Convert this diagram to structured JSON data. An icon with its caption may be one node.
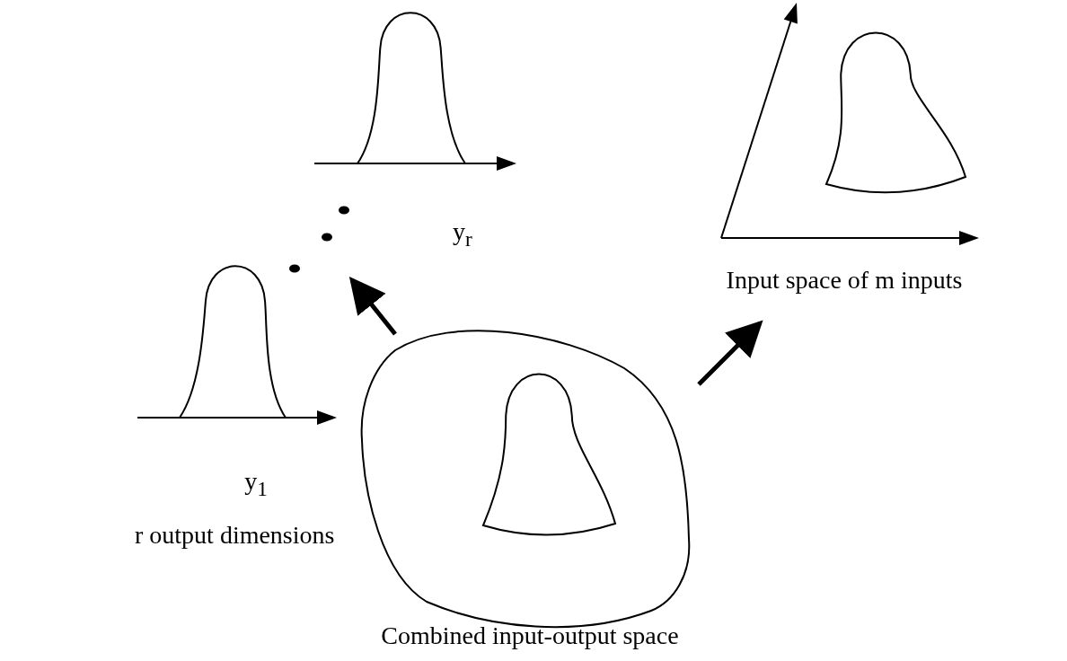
{
  "diagram": {
    "nodes": [
      {
        "text": [
          "Combined input-output space"
        ]
      },
      {
        "text": [
          "Input space of m inputs"
        ]
      },
      {
        "text": [
          "y$_{1}$"
        ]
      },
      {
        "text": [
          "y$_{r}$"
        ]
      }
    ],
    "edges": [
      {
        "from": 0,
        "to": 2,
        "arrow": "to"
      },
      {
        "from": 0,
        "to": 1,
        "arrow": "to"
      }
    ],
    "labels": [
      "r output dimensions"
    ]
  }
}
